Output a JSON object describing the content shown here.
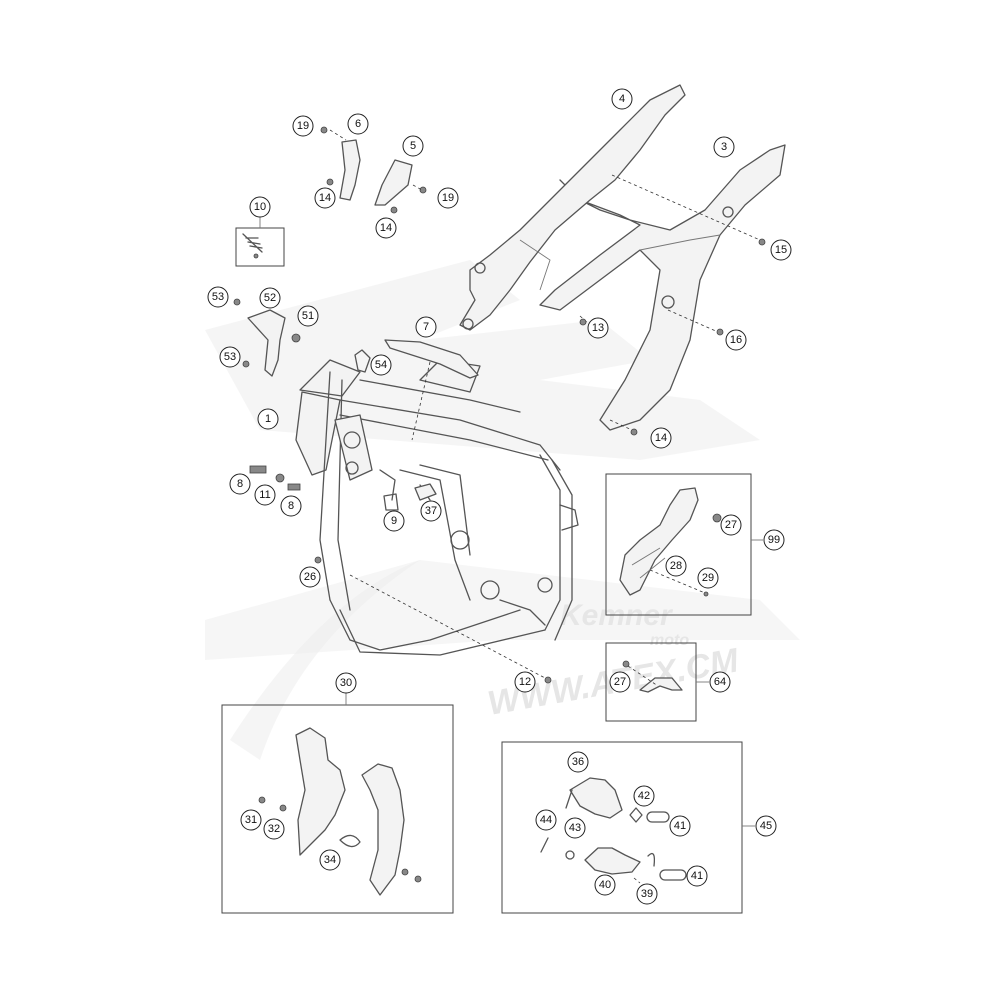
{
  "watermark": {
    "brand": "Kemner",
    "line1": "moto",
    "url": "WWW.ATEX.CM"
  },
  "callouts": [
    {
      "label": "1"
    },
    {
      "label": "3"
    },
    {
      "label": "4"
    },
    {
      "label": "5"
    },
    {
      "label": "6"
    },
    {
      "label": "7"
    },
    {
      "label": "8"
    },
    {
      "label": "8"
    },
    {
      "label": "9"
    },
    {
      "label": "10"
    },
    {
      "label": "11"
    },
    {
      "label": "12"
    },
    {
      "label": "13"
    },
    {
      "label": "14"
    },
    {
      "label": "14"
    },
    {
      "label": "14"
    },
    {
      "label": "15"
    },
    {
      "label": "16"
    },
    {
      "label": "19"
    },
    {
      "label": "19"
    },
    {
      "label": "26"
    },
    {
      "label": "27"
    },
    {
      "label": "27"
    },
    {
      "label": "28"
    },
    {
      "label": "29"
    },
    {
      "label": "30"
    },
    {
      "label": "31"
    },
    {
      "label": "32"
    },
    {
      "label": "34"
    },
    {
      "label": "36"
    },
    {
      "label": "37"
    },
    {
      "label": "39"
    },
    {
      "label": "40"
    },
    {
      "label": "41"
    },
    {
      "label": "41"
    },
    {
      "label": "42"
    },
    {
      "label": "43"
    },
    {
      "label": "44"
    },
    {
      "label": "45"
    },
    {
      "label": "51"
    },
    {
      "label": "52"
    },
    {
      "label": "53"
    },
    {
      "label": "53"
    },
    {
      "label": "54"
    },
    {
      "label": "64"
    },
    {
      "label": "99"
    }
  ]
}
